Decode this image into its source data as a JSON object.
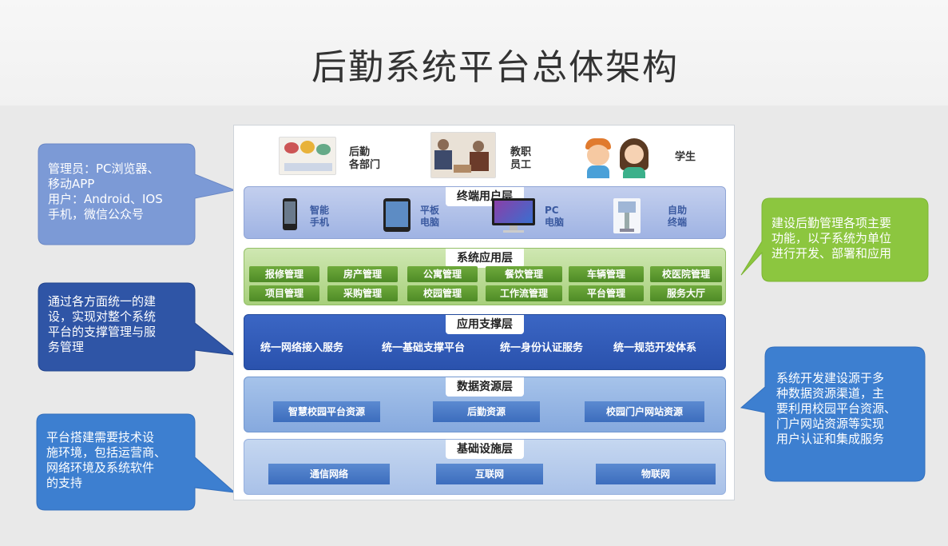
{
  "title": "后勤系统平台总体架构",
  "users": [
    {
      "label": "后勤\n各部门"
    },
    {
      "label": "教职\n员工"
    },
    {
      "label": "学生"
    }
  ],
  "layers": {
    "terminal": {
      "title": "终端用户层",
      "items": [
        {
          "label": "智能\n手机",
          "icon": "smartphone-icon"
        },
        {
          "label": "平板\n电脑",
          "icon": "tablet-icon"
        },
        {
          "label": "PC\n电脑",
          "icon": "monitor-icon"
        },
        {
          "label": "自助\n终端",
          "icon": "kiosk-icon"
        }
      ]
    },
    "application": {
      "title": "系统应用层",
      "row1": [
        "报修管理",
        "房产管理",
        "公寓管理",
        "餐饮管理",
        "车辆管理",
        "校医院管理"
      ],
      "row2": [
        "项目管理",
        "采购管理",
        "校园管理",
        "工作流管理",
        "平台管理",
        "服务大厅"
      ]
    },
    "support": {
      "title": "应用支撑层",
      "items": [
        "统一网络接入服务",
        "统一基础支撑平台",
        "统一身份认证服务",
        "统一规范开发体系"
      ]
    },
    "data": {
      "title": "数据资源层",
      "items": [
        "智慧校园平台资源",
        "后勤资源",
        "校园门户网站资源"
      ]
    },
    "infra": {
      "title": "基础设施层",
      "items": [
        "通信网络",
        "互联网",
        "物联网"
      ]
    }
  },
  "callouts": {
    "left1": "管理员：PC浏览器、\n移动APP\n用户：Android、IOS\n手机，微信公众号",
    "left2": "通过各方面统一的建\n设，实现对整个系统\n平台的支撑管理与服\n务管理",
    "left3": "平台搭建需要技术设\n施环境，包括运营商、\n网络环境及系统软件\n的支持",
    "right1": "建设后勤管理各项主要\n功能，以子系统为单位\n进行开发、部署和应用",
    "right2": "系统开发建设源于多\n种数据资源渠道，主\n要利用校园平台资源、\n门户网站资源等实现\n用户认证和集成服务"
  },
  "colors": {
    "callout_blue_light": "#7c9ad6",
    "callout_blue_dark": "#2f55a6",
    "callout_blue_mid": "#3d7fd0",
    "callout_green": "#8cc63f"
  }
}
